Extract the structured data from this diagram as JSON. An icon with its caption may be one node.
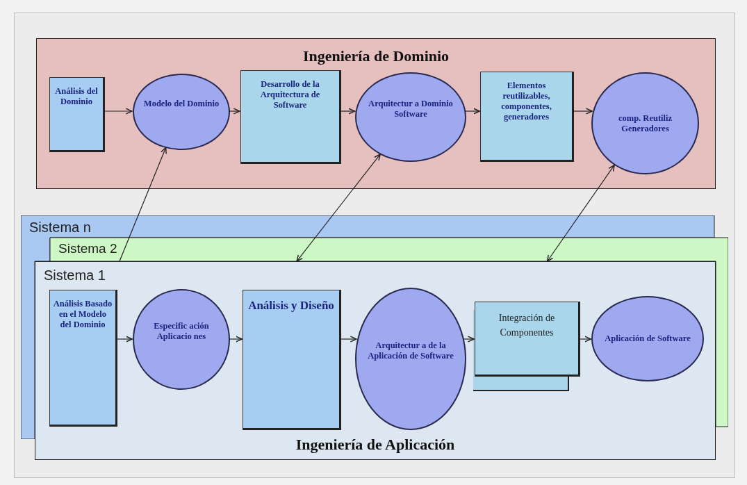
{
  "diagram": {
    "nodes": [
      {
        "text": [
          "Ingeniería de Dominio"
        ]
      },
      {
        "text": [
          "Análisis del Dominio"
        ],
        "in": 0
      },
      {
        "text": [
          "Modelo del Dominio"
        ],
        "in": 0
      },
      {
        "text": [
          "Desarrollo de la Arquitectura de Software"
        ],
        "in": 0
      },
      {
        "text": [
          "Arquitectur a Dominio Software"
        ],
        "in": 0
      },
      {
        "text": [
          "Elementos reutilizables, componentes, generadores"
        ],
        "in": 0
      },
      {
        "text": [
          "comp. Reutiliz Generadores"
        ],
        "in": 0
      },
      {
        "text": [
          "Sistema 1",
          "Ingeniería de Aplicación"
        ]
      },
      {
        "text": [
          "Análisis Basado en el Modelo del Dominio"
        ],
        "in": 7
      },
      {
        "text": [
          "Especific ación Aplicacio nes"
        ],
        "in": 7
      },
      {
        "text": [
          "Análisis y Diseño"
        ],
        "in": 7
      },
      {
        "text": [
          "Arquitectur a de la Aplicación de Software"
        ],
        "in": 7
      },
      {
        "text": [
          "Integración de Componentes"
        ],
        "in": 7
      },
      {
        "text": [
          "Aplicación de Software"
        ],
        "in": 7
      }
    ],
    "labels": [
      "Sistema n",
      "Sistema 2"
    ],
    "edges": [
      {
        "from": 1,
        "to": 2,
        "arrow": "to"
      },
      {
        "from": 2,
        "to": 3,
        "arrow": "to"
      },
      {
        "from": 3,
        "to": 4,
        "arrow": "to"
      },
      {
        "from": 4,
        "to": 5,
        "arrow": "to"
      },
      {
        "from": 5,
        "to": 6,
        "arrow": "to"
      },
      {
        "from": 8,
        "to": 9,
        "arrow": "to"
      },
      {
        "from": 9,
        "to": 10,
        "arrow": "to"
      },
      {
        "from": 10,
        "to": 11,
        "arrow": "to"
      },
      {
        "from": 11,
        "to": 12,
        "arrow": "to"
      },
      {
        "from": 12,
        "to": 13,
        "arrow": "to"
      },
      {
        "from": 7,
        "to": 2,
        "arrow": "to"
      },
      {
        "from": 7,
        "to": 4,
        "arrow": "both"
      },
      {
        "from": 7,
        "to": 6,
        "arrow": "both"
      }
    ]
  }
}
